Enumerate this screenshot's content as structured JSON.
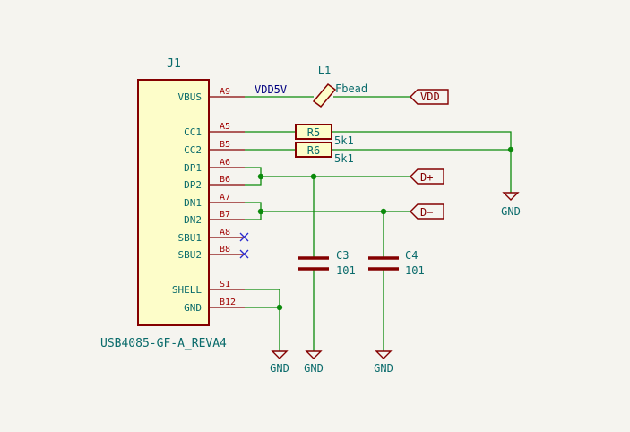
{
  "colors": {
    "background": "#f5f4ef",
    "wire": "#0b8a0b",
    "component": "#840000",
    "text_ref": "#0a6b6b",
    "pin_number": "#a00000",
    "net_label": "#000080",
    "no_connect": "#2a2ad0"
  },
  "connector": {
    "ref": "J1",
    "value": "USB4085-GF-A_REVA4",
    "pins": [
      {
        "name": "VBUS",
        "number": "A9"
      },
      {
        "name": "CC1",
        "number": "A5"
      },
      {
        "name": "CC2",
        "number": "B5"
      },
      {
        "name": "DP1",
        "number": "A6"
      },
      {
        "name": "DP2",
        "number": "B6"
      },
      {
        "name": "DN1",
        "number": "A7"
      },
      {
        "name": "DN2",
        "number": "B7"
      },
      {
        "name": "SBU1",
        "number": "A8"
      },
      {
        "name": "SBU2",
        "number": "B8"
      },
      {
        "name": "SHELL",
        "number": "S1"
      },
      {
        "name": "GND",
        "number": "B12"
      }
    ]
  },
  "net_label_vbus": "VDD5V",
  "inductor": {
    "ref": "L1",
    "value": "Fbead"
  },
  "resistors": [
    {
      "ref": "R5",
      "value": "5k1"
    },
    {
      "ref": "R6",
      "value": "5k1"
    }
  ],
  "capacitors": [
    {
      "ref": "C3",
      "value": "101"
    },
    {
      "ref": "C4",
      "value": "101"
    }
  ],
  "ports": {
    "vdd": "VDD",
    "dplus": "D+",
    "dminus": "D−"
  },
  "gnd_label": "GND"
}
